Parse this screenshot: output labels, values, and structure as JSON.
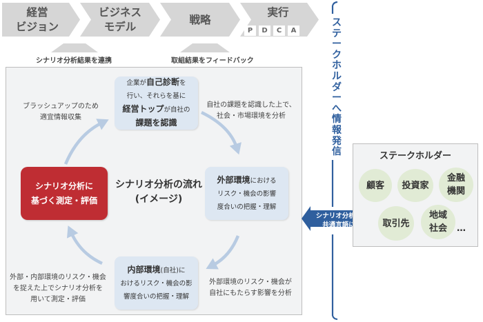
{
  "process": {
    "steps": [
      {
        "lines": [
          "経営",
          "ビジョン"
        ]
      },
      {
        "lines": [
          "ビジネス",
          "モデル"
        ]
      },
      {
        "lines": [
          "戦略"
        ]
      },
      {
        "lines": [
          "実行"
        ]
      }
    ],
    "pdca": [
      "P",
      "D",
      "C",
      "A"
    ],
    "link_left": "シナリオ分析結果を連携",
    "link_right": "取組結果をフィードバック"
  },
  "vertical_label": [
    "ス",
    "テ",
    "ー",
    "ク",
    "ホ",
    "ル",
    "ダ",
    "ー",
    "へ",
    "情",
    "報",
    "発",
    "信"
  ],
  "flow": {
    "center_title_lines": [
      "シナリオ分析の流れ",
      "(イメージ)"
    ],
    "red_node_lines": [
      "シナリオ分析に",
      "基づく測定・評価"
    ],
    "top_node": {
      "line1_pre": "企業が",
      "line1_em": "自己診断",
      "line1_post": "を",
      "line2": "行い、それらを基に",
      "line3_em": "経営トップ",
      "line3_post": "が自社の",
      "line4": "課題を認識"
    },
    "right_node": {
      "line1_em": "外部環境",
      "line1_post": "における",
      "line2": "リスク・機会の影響",
      "line3": "度合いの把握・理解"
    },
    "bottom_node": {
      "line1_em": "内部環境",
      "line1_post": "(自社)に",
      "line2": "おけるリスク・機会の影",
      "line3": "響度合いの把握・理解"
    },
    "note_top_left": [
      "ブラッシュアップのため",
      "適宜情報収集"
    ],
    "note_top_right": [
      "自社の課題を認識した上で、",
      "社会・市場環境を分析"
    ],
    "note_bottom_left": [
      "外部・内部環境のリスク・機会",
      "を捉えた上でシナリオ分析を",
      "用いて測定・評価"
    ],
    "note_bottom_right": [
      "外部環境のリスク・機会が",
      "自社にもたらす影響を分析"
    ]
  },
  "stakeholders": {
    "title": "ステークホルダー",
    "items": [
      [
        "顧客"
      ],
      [
        "投資家"
      ],
      [
        "金融",
        "機関"
      ],
      [
        "取引先"
      ],
      [
        "地域",
        "社会"
      ]
    ],
    "ellipsis": "…",
    "common_language": [
      "シナリオ分析が",
      "共通言語に"
    ]
  },
  "colors": {
    "process_gray": "#d6d6d6",
    "node_blue": "#dde7f2",
    "flow_arrow": "#b8cbe2",
    "accent_red": "#bf2d33",
    "accent_blue": "#2f5f9e",
    "stakeholder_green": "#e1ebd5"
  }
}
